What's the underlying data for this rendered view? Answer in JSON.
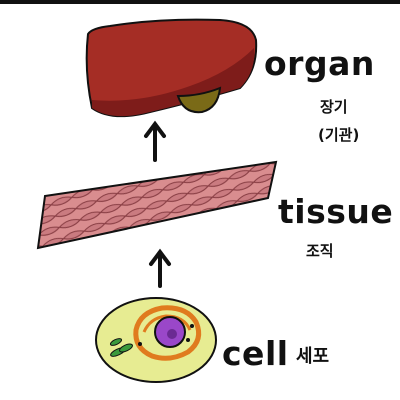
{
  "levels": {
    "organ": {
      "label": "organ",
      "korean": "장기",
      "korean_alt": "(기관)"
    },
    "tissue": {
      "label": "tissue",
      "korean": "조직"
    },
    "cell": {
      "label": "cell",
      "korean": "세포"
    }
  },
  "colors": {
    "liver": "#a52d25",
    "liver_shadow": "#7e1c1a",
    "gallbladder": "#7a6a17",
    "tissue_fill": "#d98d8f",
    "tissue_cell": "#c1757a",
    "cell_fill": "#e7ec92",
    "nucleus": "#9a47c9",
    "er": "#e07b1e",
    "chloro": "#3a9a3c",
    "ink": "#111111"
  }
}
